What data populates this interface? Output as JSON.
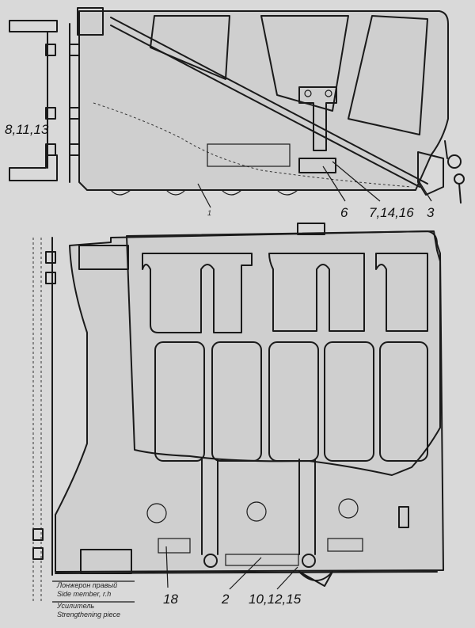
{
  "labels": {
    "l1": "1",
    "l2": "2",
    "l3": "3",
    "l6": "6",
    "l7_14_16": "7,14,16",
    "l8_11_13": "8,11,13",
    "l10_12_15": "10,12,15",
    "l18": "18"
  },
  "notes": {
    "side_member_ru": "Лонжерон правый",
    "side_member_en": "Side member, r.h",
    "strengthening_ru": "Усилитель",
    "strengthening_en": "Strengthening piece"
  }
}
